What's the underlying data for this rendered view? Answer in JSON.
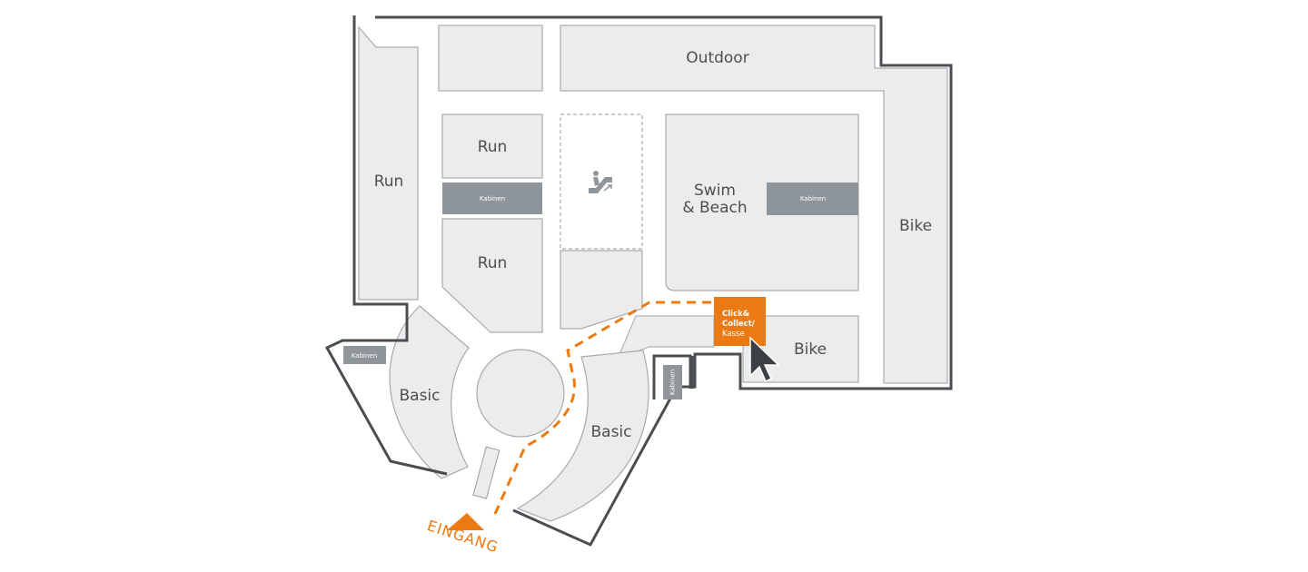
{
  "map": {
    "zones": {
      "outdoor": "Outdoor",
      "run_left": "Run",
      "run_top": "Run",
      "run_bottom": "Run",
      "swim_line1": "Swim",
      "swim_line2": "& Beach",
      "bike_right": "Bike",
      "bike_bottom": "Bike",
      "basic_left": "Basic",
      "basic_center": "Basic"
    },
    "cabins": {
      "center": "Kabinen",
      "swim": "Kabinen",
      "left": "Kabinen",
      "vertical": "Kabinen"
    },
    "kasse": {
      "line1": "Click&",
      "line2": "Collect/",
      "line3": "Kasse"
    },
    "entrance": "EINGANG",
    "icons": {
      "escalator": "escalator-icon",
      "cursor": "cursor-pointer-icon",
      "entrance_marker": "triangle-icon"
    },
    "colors": {
      "accent": "#ec7a14",
      "zone": "#ececed",
      "cabin": "#8f969b",
      "wall": "#4a4d51"
    }
  }
}
